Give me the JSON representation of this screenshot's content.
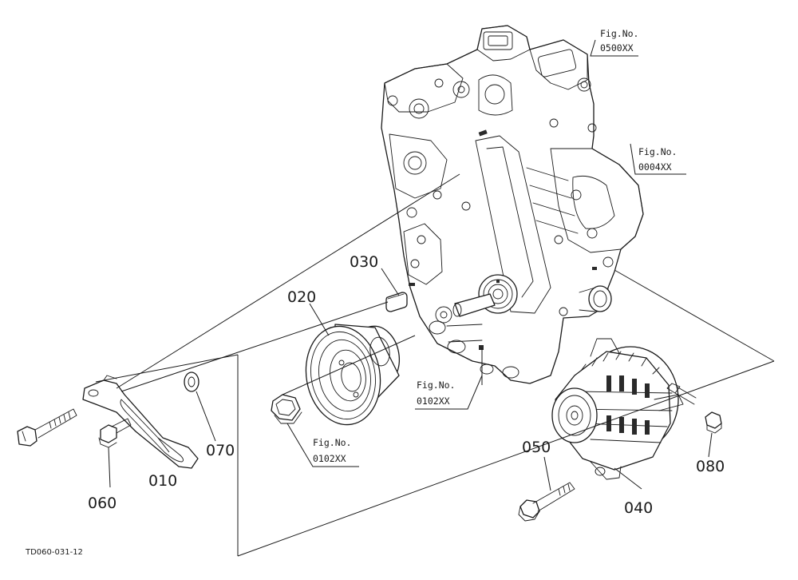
{
  "callouts": {
    "p010": "010",
    "p020": "020",
    "p030": "030",
    "p040": "040",
    "p050": "050",
    "p060": "060",
    "p070": "070",
    "p080": "080"
  },
  "fig_refs": {
    "ref_0500": {
      "line1": "Fig.No.",
      "line2": "0500XX"
    },
    "ref_0004": {
      "line1": "Fig.No.",
      "line2": "0004XX"
    },
    "ref_0102_case": {
      "line1": "Fig.No.",
      "line2": "0102XX"
    },
    "ref_0102_nut": {
      "line1": "Fig.No.",
      "line2": "0102XX"
    }
  },
  "drawing_code": "TD060-031-12"
}
